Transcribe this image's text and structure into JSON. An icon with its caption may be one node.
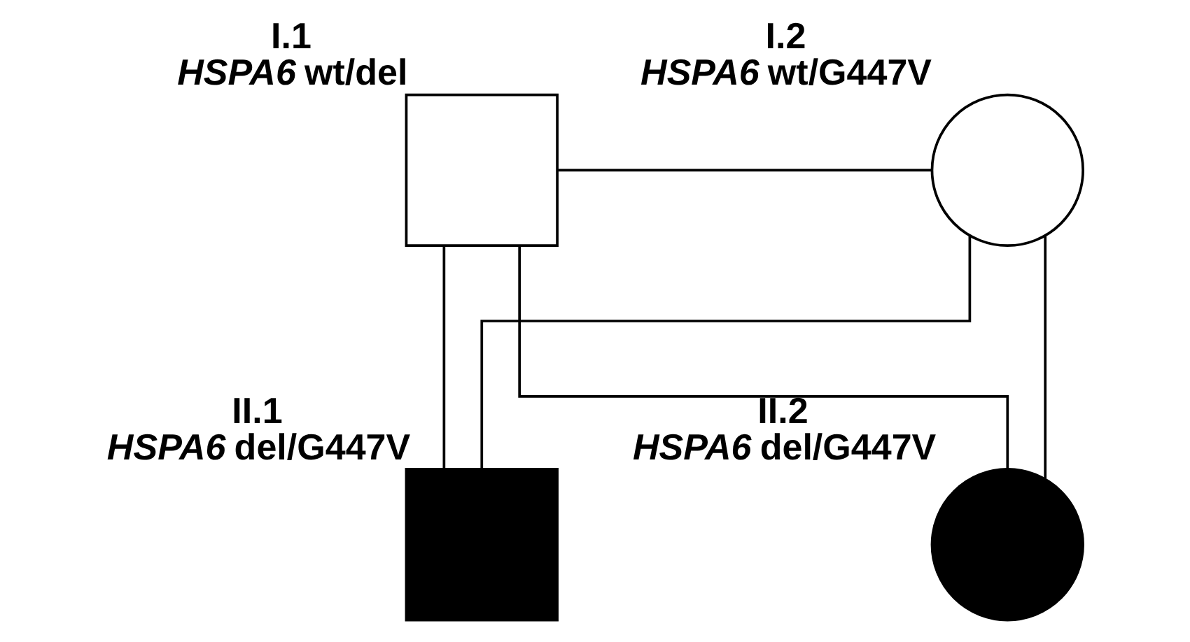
{
  "diagram": {
    "nodes": [
      {
        "text": [],
        "shape": "box",
        "beside": [
          "I.1",
          "*HSPA6* wt/del"
        ]
      },
      {
        "text": [],
        "shape": "circle",
        "beside": [
          "I.2",
          "*HSPA6* wt/G447V"
        ]
      },
      {
        "text": [],
        "shape": "box",
        "beside": [
          "II.1",
          "*HSPA6* del/G447V"
        ]
      },
      {
        "text": [],
        "shape": "circle",
        "beside": [
          "II.2",
          "*HSPA6* del/G447V"
        ]
      }
    ],
    "edges": [
      {
        "from": 0,
        "to": 1,
        "arrow": "none"
      },
      {
        "from": 0,
        "to": 2,
        "arrow": "none"
      },
      {
        "from": 0,
        "to": 3,
        "arrow": "none"
      },
      {
        "from": 1,
        "to": 2,
        "arrow": "none"
      },
      {
        "from": 1,
        "to": 3,
        "arrow": "none"
      }
    ]
  }
}
